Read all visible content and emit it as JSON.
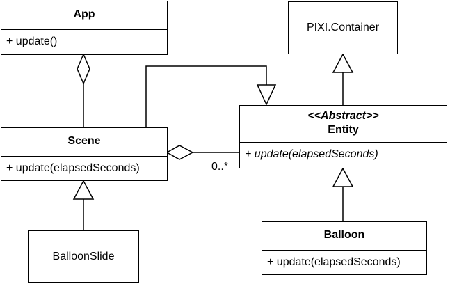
{
  "classes": {
    "app": {
      "name": "App",
      "methods": [
        "+ update()"
      ]
    },
    "pixi_container": {
      "name": "PIXI.Container"
    },
    "entity": {
      "stereotype": "<<Abstract>>",
      "name": "Entity",
      "methods": [
        "+ update(elapsedSeconds)"
      ]
    },
    "scene": {
      "name": "Scene",
      "methods": [
        "+ update(elapsedSeconds)"
      ]
    },
    "balloon": {
      "name": "Balloon",
      "methods": [
        "+ update(elapsedSeconds)"
      ]
    },
    "balloon_slide": {
      "name": "BalloonSlide"
    }
  },
  "relations": {
    "scene_entity_multiplicity": "0..*"
  },
  "colors": {
    "line": "#000000",
    "fill": "#ffffff"
  }
}
